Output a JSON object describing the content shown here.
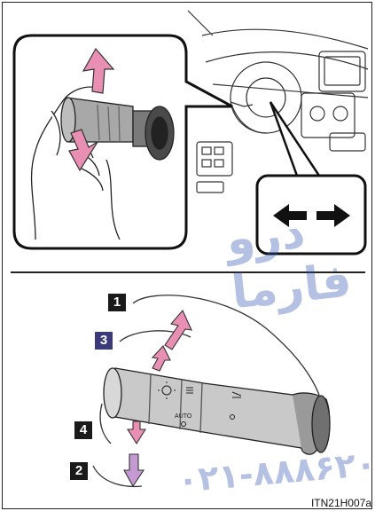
{
  "figure": {
    "image_code": "ITN21H007a",
    "step_labels": [
      "1",
      "3",
      "4",
      "2"
    ],
    "switch_markings": {
      "auto": "AUTO"
    },
    "watermark": {
      "line1": "درو فارما",
      "line2": "۰۲۱-۸۸۸۶۲۰"
    },
    "colors": {
      "arrow_pink": "#e98fb4",
      "arrow_purple": "#c59ad3",
      "label_bg": "#1a1a1a",
      "watermark": "#2d4fb0"
    }
  }
}
